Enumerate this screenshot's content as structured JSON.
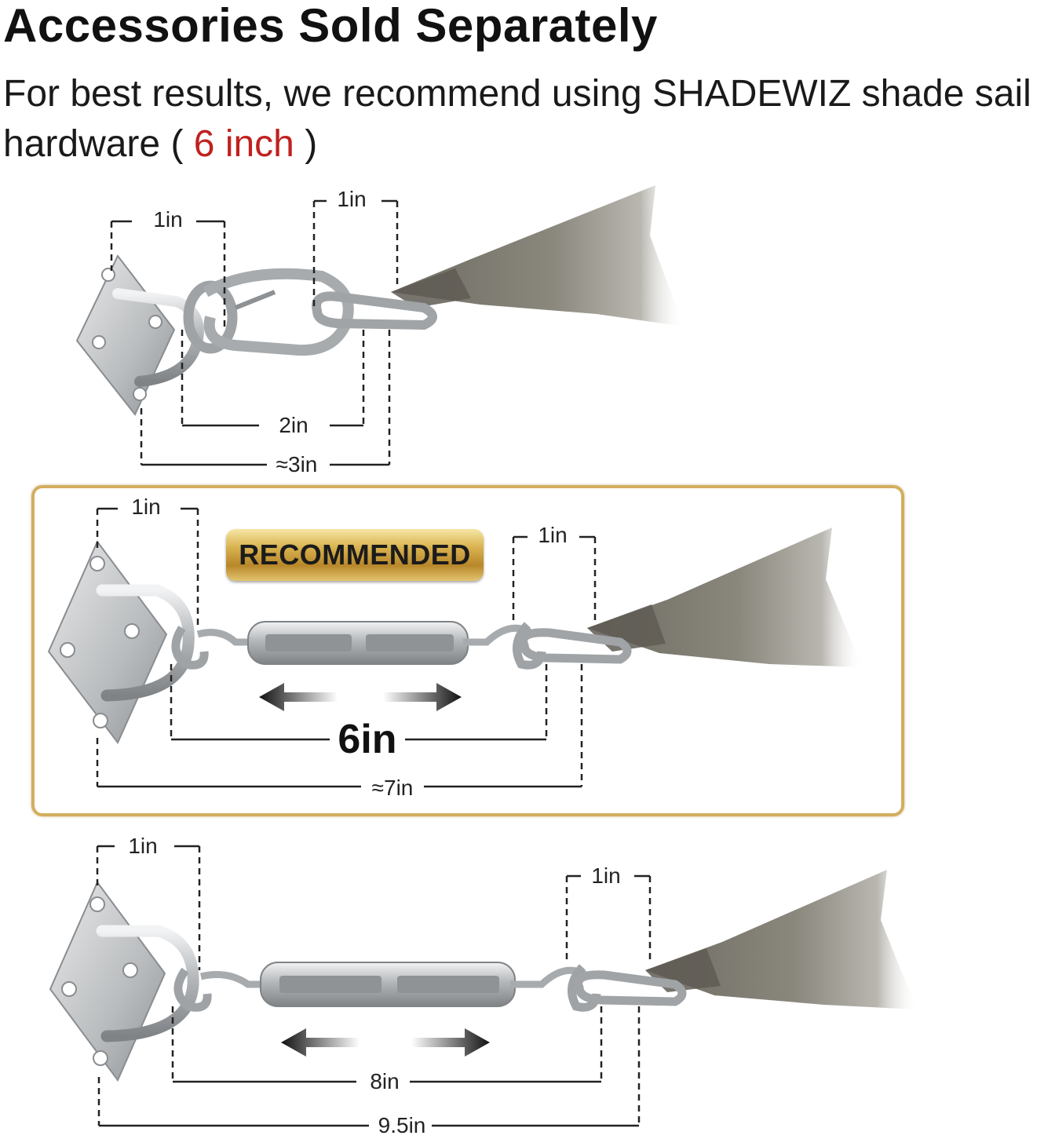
{
  "header": {
    "title": "Accessories Sold Separately",
    "subtitle_before": "For best results, we recommend using SHADEWIZ shade sail hardware (",
    "subtitle_highlight": "6 inch",
    "subtitle_after": ")"
  },
  "colors": {
    "highlight": "#c0211f",
    "frame": "#d3ae5f",
    "fabric": "#7d7a70",
    "steel": "#b9bcbf"
  },
  "kits": {
    "carabiner": {
      "plate_label": "1in",
      "link_label": "1in",
      "span_label": "2in",
      "total_label": "≈3in"
    },
    "turnbuckle_6": {
      "badge": "RECOMMENDED",
      "plate_label": "1in",
      "link_label": "1in",
      "span_label": "6in",
      "total_label": "≈7in"
    },
    "turnbuckle_8": {
      "plate_label": "1in",
      "link_label": "1in",
      "span_label": "8in",
      "total_label": "9.5in"
    }
  }
}
